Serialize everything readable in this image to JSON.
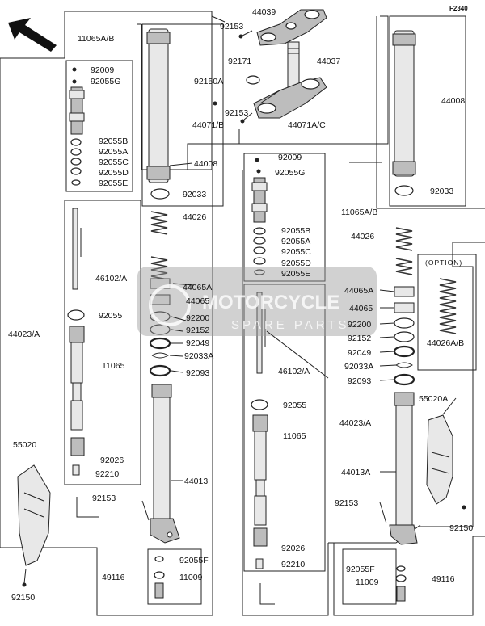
{
  "diagram_code": "F2340",
  "watermark": {
    "line1": "MOTORCYCLE",
    "line2": "SPARE PARTS"
  },
  "option_label": "(OPTION)",
  "labels": {
    "l11065ab_left": "11065A/B",
    "l92009_left": "92009",
    "l92055g_left": "92055G",
    "l92055b_left": "92055B",
    "l92055a_left": "92055A",
    "l92055c_left": "92055C",
    "l92055d_left": "92055D",
    "l92055e_left": "92055E",
    "l46102a_left": "46102/A",
    "l92055_left": "92055",
    "l44023a_left": "44023/A",
    "l11065_left": "11065",
    "l92026_left": "92026",
    "l92210_left": "92210",
    "l55020": "55020",
    "l92150_left": "92150",
    "l92153_left": "92153",
    "l49116_left": "49116",
    "l92055f_left": "92055F",
    "l11009_left": "11009",
    "l44039": "44039",
    "l92153_top": "92153",
    "l92171": "92171",
    "l44037": "44037",
    "l92150a": "92150A",
    "l92153_mid": "92153",
    "l44071b": "44071/B",
    "l44071ac": "44071A/C",
    "l44008_left": "44008",
    "l92033_left": "92033",
    "l44026_left": "44026",
    "l44065a_left": "44065A",
    "l44065_left": "44065",
    "l92200_left": "92200",
    "l92152_left": "92152",
    "l92049_left": "92049",
    "l92033a_left": "92033A",
    "l92093_left": "92093",
    "l44013": "44013",
    "l92009_mid": "92009",
    "l92055g_mid": "92055G",
    "l11065ab_mid": "11065A/B",
    "l92055b_mid": "92055B",
    "l92055a_mid": "92055A",
    "l92055c_mid": "92055C",
    "l92055d_mid": "92055D",
    "l92055e_mid": "92055E",
    "l46102a_mid": "46102/A",
    "l92055_mid": "92055",
    "l44023a_mid": "44023/A",
    "l11065_mid": "11065",
    "l92026_mid": "92026",
    "l92210_mid": "92210",
    "l44008_right": "44008",
    "l92033_right": "92033",
    "l44026_right": "44026",
    "l44065a_right": "44065A",
    "l44065_right": "44065",
    "l92200_right": "92200",
    "l92152_right": "92152",
    "l92049_right": "92049",
    "l92033a_right": "92033A",
    "l92093_right": "92093",
    "l44026ab": "44026A/B",
    "l55020a": "55020A",
    "l44013a": "44013A",
    "l92153_right": "92153",
    "l92150_right": "92150",
    "l92055f_right": "92055F",
    "l11009_right": "11009",
    "l49116_right": "49116"
  }
}
